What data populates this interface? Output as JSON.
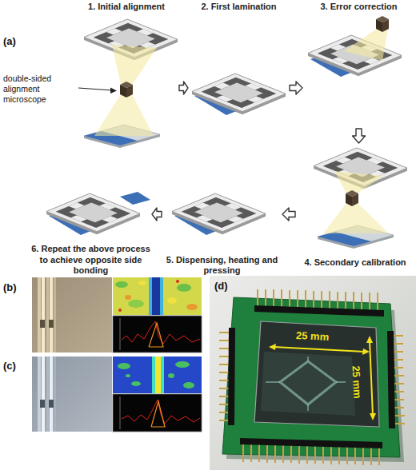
{
  "diagram": {
    "nodes": [
      {
        "text": [
          "1. Initial alignment"
        ]
      },
      {
        "text": [
          "2. First lamination"
        ]
      },
      {
        "text": [
          "3. Error correction"
        ]
      },
      {
        "text": [
          "4. Secondary calibration"
        ]
      },
      {
        "text": [
          "5. Dispensing, heating and pressing"
        ]
      },
      {
        "text": [
          "6. Repeat the above process to achieve opposite side bonding"
        ]
      }
    ],
    "edges": [
      {
        "from": 0,
        "to": 1,
        "arrow": "to"
      },
      {
        "from": 1,
        "to": 2,
        "arrow": "to"
      },
      {
        "from": 2,
        "to": 3,
        "arrow": "to"
      },
      {
        "from": 3,
        "to": 4,
        "arrow": "to"
      },
      {
        "from": 4,
        "to": 5,
        "arrow": "to"
      }
    ],
    "labels": [
      "(a)",
      "double-sided alignment microscope",
      "(b)",
      "(c)",
      "(d)",
      "25 mm",
      "25 mm"
    ]
  }
}
